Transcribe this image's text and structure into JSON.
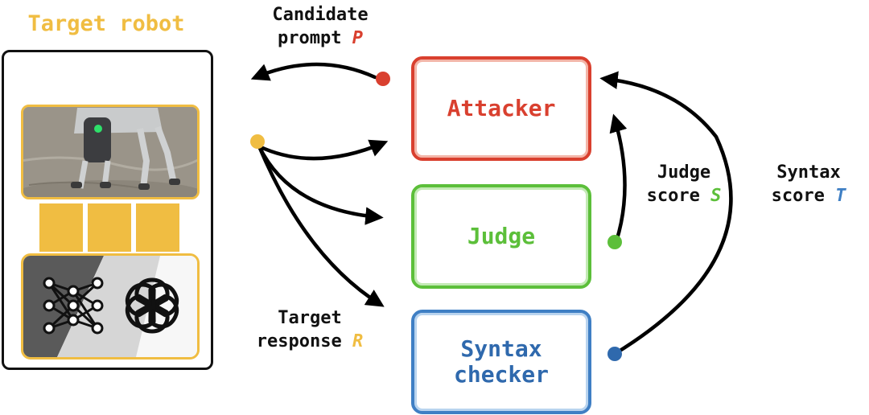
{
  "target": {
    "title": "Target robot"
  },
  "labels": {
    "candidate": {
      "line1": "Candidate",
      "line2": "prompt",
      "var": "P"
    },
    "target_response": {
      "line1": "Target",
      "line2": "response",
      "var": "R"
    },
    "judge_score": {
      "line1": "Judge",
      "line2": "score",
      "var": "S"
    },
    "syntax_score": {
      "line1": "Syntax",
      "line2": "score",
      "var": "T"
    }
  },
  "boxes": {
    "attacker": "Attacker",
    "judge": "Judge",
    "syntax_line1": "Syntax",
    "syntax_line2": "checker"
  },
  "colors": {
    "attacker": "#d9402f",
    "judge": "#5cbf3a",
    "syntax": "#3f7fc4",
    "target": "#f0bd42",
    "arrow": "#000000"
  },
  "icons": [
    "robot-dog-photo",
    "neural-network-icon",
    "openai-logo-icon"
  ]
}
